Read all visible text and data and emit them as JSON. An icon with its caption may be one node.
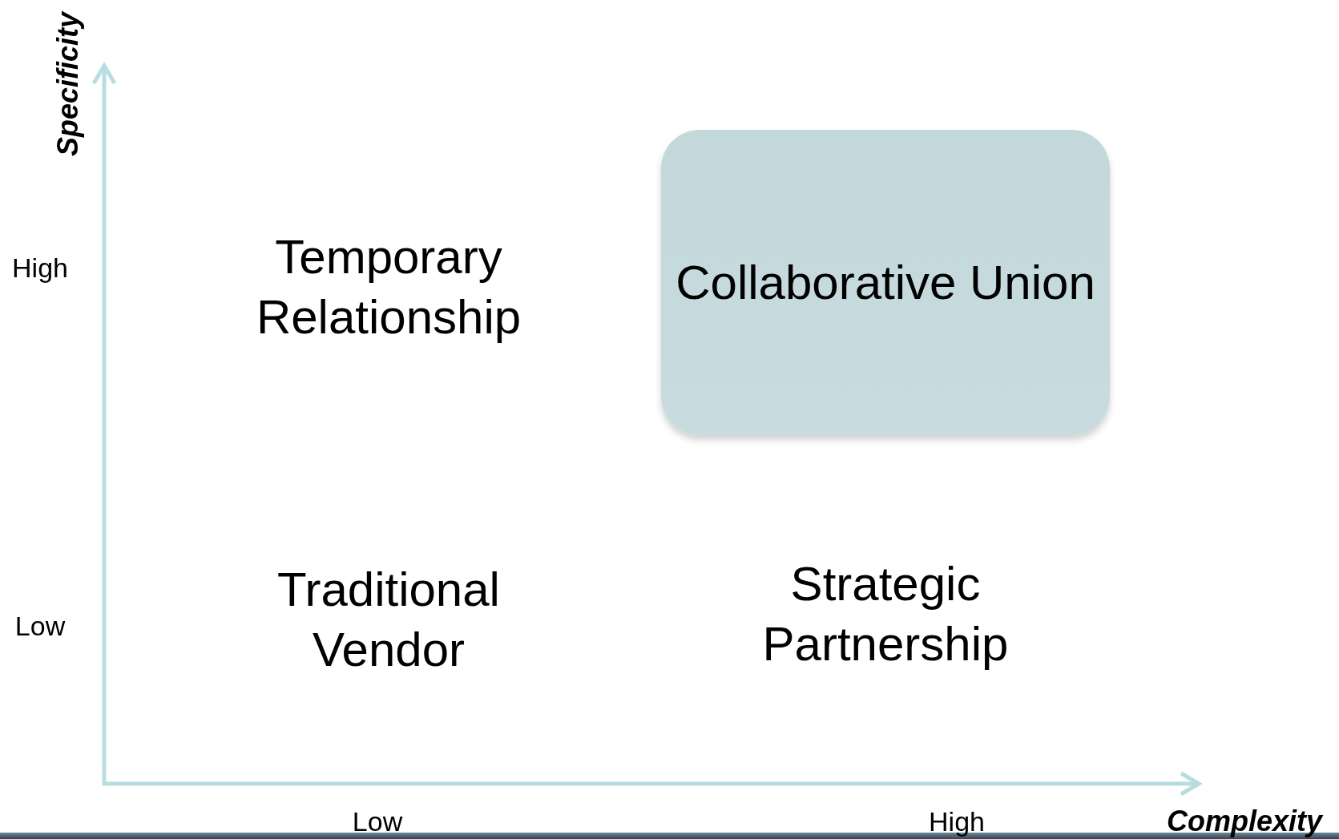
{
  "diagram": {
    "nodes": [
      {
        "text": [
          "Temporary Relationship"
        ]
      },
      {
        "text": [
          "Collaborative Union"
        ]
      },
      {
        "text": [
          "Traditional Vendor"
        ]
      },
      {
        "text": [
          "Strategic Partnership"
        ]
      }
    ],
    "labels": [
      "Specificity",
      "High",
      "Low",
      "Low",
      "High",
      "Complexity"
    ]
  }
}
